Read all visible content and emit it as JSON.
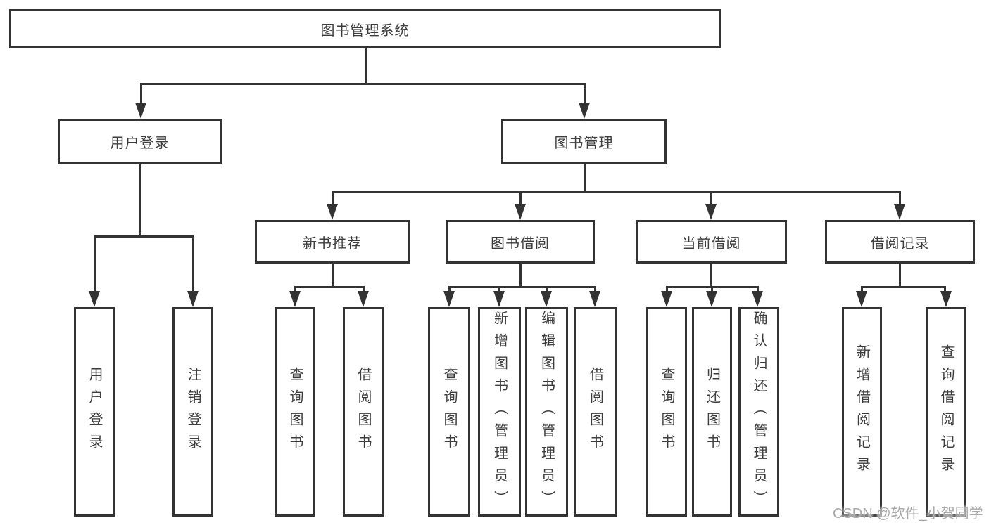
{
  "tree": {
    "root": "图书管理系统",
    "children": [
      {
        "label": "用户登录",
        "children": [
          "用户登录",
          "注销登录"
        ]
      },
      {
        "label": "图书管理",
        "children": [
          {
            "label": "新书推荐",
            "children": [
              "查询图书",
              "借阅图书"
            ]
          },
          {
            "label": "图书借阅",
            "children": [
              "查询图书",
              "新增图书（管理员）",
              "编辑图书（管理员）",
              "借阅图书"
            ]
          },
          {
            "label": "当前借阅",
            "children": [
              "查询图书",
              "归还图书",
              "确认归还（管理员）"
            ]
          },
          {
            "label": "借阅记录",
            "children": [
              "新增借阅记录",
              "查询借阅记录"
            ]
          }
        ]
      }
    ]
  },
  "watermark": {
    "text": "CSDN @软件_小贺同学"
  },
  "colors": {
    "line": "#333333",
    "box_border": "#333333",
    "text": "#3d3d3d",
    "watermark": "#a9a9a9",
    "background": "#ffffff"
  }
}
